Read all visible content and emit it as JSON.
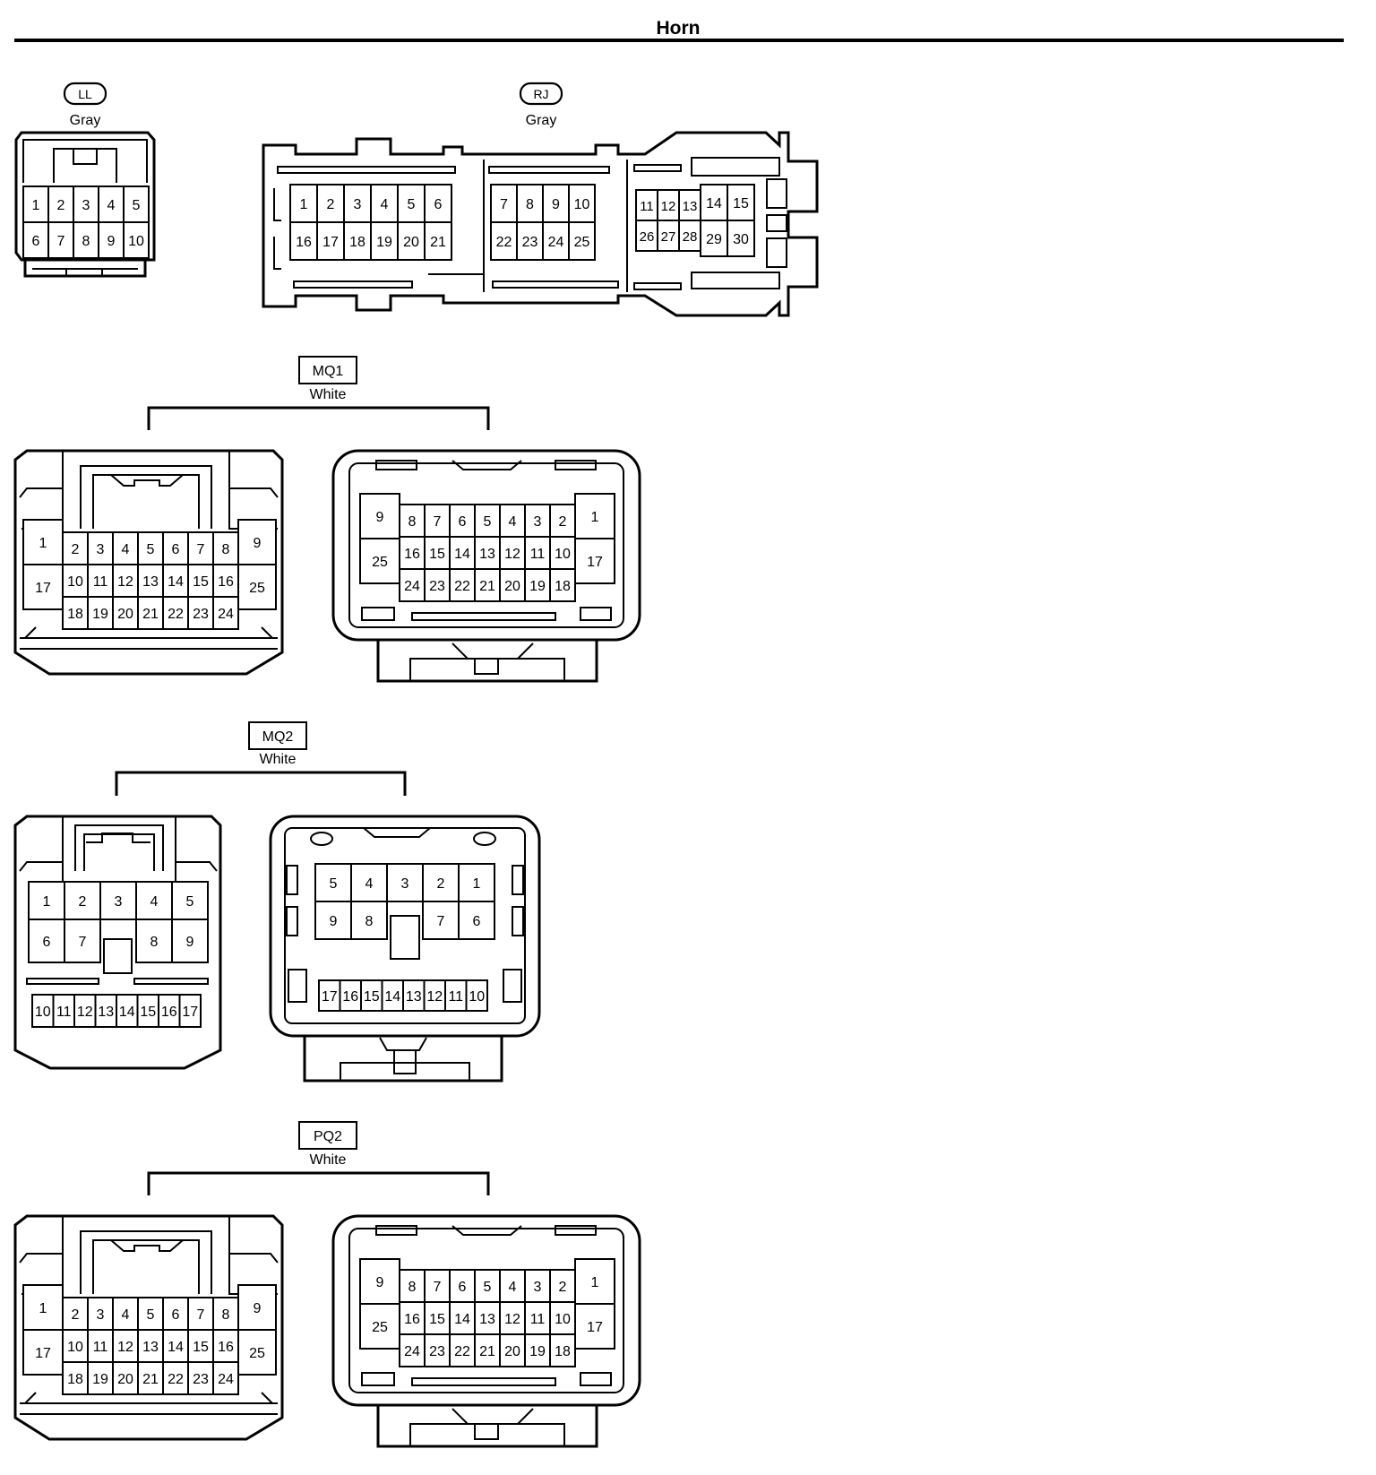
{
  "page": {
    "title": "Horn"
  },
  "connectors": [
    {
      "id": "LL",
      "code": "LL",
      "color_label": "Gray",
      "views": [
        {
          "cells": [
            "1",
            "2",
            "3",
            "4",
            "5",
            "6",
            "7",
            "8",
            "9",
            "10"
          ]
        }
      ]
    },
    {
      "id": "RJ",
      "code": "RJ",
      "color_label": "Gray",
      "views": [
        {
          "cells": [
            "1",
            "2",
            "3",
            "4",
            "5",
            "6",
            "16",
            "17",
            "18",
            "19",
            "20",
            "21",
            "7",
            "8",
            "9",
            "10",
            "22",
            "23",
            "24",
            "25",
            "11",
            "12",
            "13",
            "26",
            "27",
            "28",
            "14",
            "15",
            "29",
            "30"
          ]
        }
      ]
    },
    {
      "id": "MQ1",
      "code": "MQ1",
      "color_label": "White",
      "views": [
        {
          "cells": [
            "1",
            "17",
            "2",
            "3",
            "4",
            "5",
            "6",
            "7",
            "8",
            "10",
            "11",
            "12",
            "13",
            "14",
            "15",
            "16",
            "18",
            "19",
            "20",
            "21",
            "22",
            "23",
            "24",
            "9",
            "25"
          ]
        },
        {
          "cells": [
            "9",
            "25",
            "8",
            "7",
            "6",
            "5",
            "4",
            "3",
            "2",
            "16",
            "15",
            "14",
            "13",
            "12",
            "11",
            "10",
            "24",
            "23",
            "22",
            "21",
            "20",
            "19",
            "18",
            "1",
            "17"
          ]
        }
      ]
    },
    {
      "id": "MQ2",
      "code": "MQ2",
      "color_label": "White",
      "views": [
        {
          "cells": [
            "1",
            "2",
            "3",
            "4",
            "5",
            "6",
            "7",
            "8",
            "9",
            "10",
            "11",
            "12",
            "13",
            "14",
            "15",
            "16",
            "17"
          ]
        },
        {
          "cells": [
            "5",
            "4",
            "3",
            "2",
            "1",
            "9",
            "8",
            "7",
            "6",
            "17",
            "16",
            "15",
            "14",
            "13",
            "12",
            "11",
            "10"
          ]
        }
      ]
    },
    {
      "id": "PQ2",
      "code": "PQ2",
      "color_label": "White",
      "views": [
        {
          "cells": [
            "1",
            "17",
            "2",
            "3",
            "4",
            "5",
            "6",
            "7",
            "8",
            "10",
            "11",
            "12",
            "13",
            "14",
            "15",
            "16",
            "18",
            "19",
            "20",
            "21",
            "22",
            "23",
            "24",
            "9",
            "25"
          ]
        },
        {
          "cells": [
            "9",
            "25",
            "8",
            "7",
            "6",
            "5",
            "4",
            "3",
            "2",
            "16",
            "15",
            "14",
            "13",
            "12",
            "11",
            "10",
            "24",
            "23",
            "22",
            "21",
            "20",
            "19",
            "18",
            "1",
            "17"
          ]
        }
      ]
    }
  ]
}
